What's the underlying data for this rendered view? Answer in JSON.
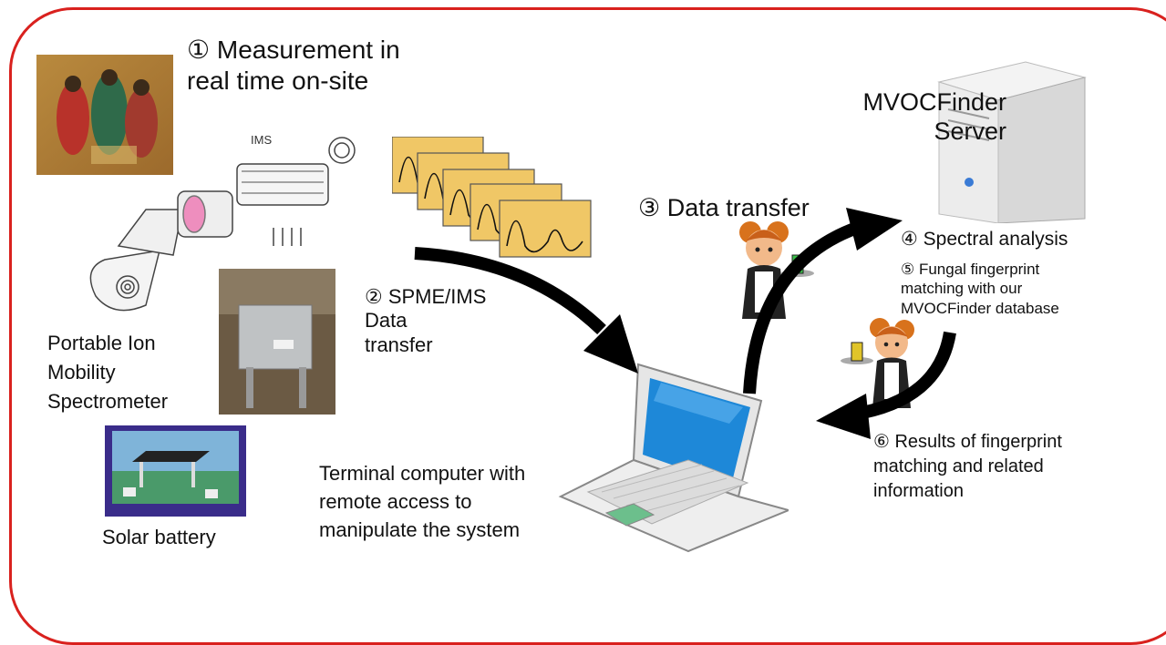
{
  "labels": {
    "step1": "① Measurement in\nreal time on-site",
    "step2": "② SPME/IMS\n    Data\n    transfer",
    "step3": "③ Data transfer",
    "step4": "④ Spectral analysis",
    "step5": "⑤ Fungal fingerprint\n     matching with our\n     MVOCFinder database",
    "step6": "⑥ Results of fingerprint\n     matching and related\n     information",
    "server": "MVOCFinder\nServer",
    "ims": "Portable Ion\nMobility\nSpectrometer",
    "solar": "Solar battery",
    "terminal": "Terminal computer with\nremote access to\nmanipulate the system"
  },
  "colors": {
    "frame": "#d9211e",
    "arrow": "#000000",
    "spectrum_card": "#f0c766",
    "laptop_screen": "#1e88d8"
  },
  "icons": {
    "mural": "tomb-mural-painting-photo",
    "ims_device": "ion-mobility-spectrometer-diagram",
    "field_photo": "field-setup-photo",
    "solar": "solar-panel-photo",
    "spectra": "spectrum-chart-cards",
    "server": "server-tower-icon",
    "laptop": "laptop-icon",
    "waitress": "waitress-carrying-drink-icon"
  }
}
